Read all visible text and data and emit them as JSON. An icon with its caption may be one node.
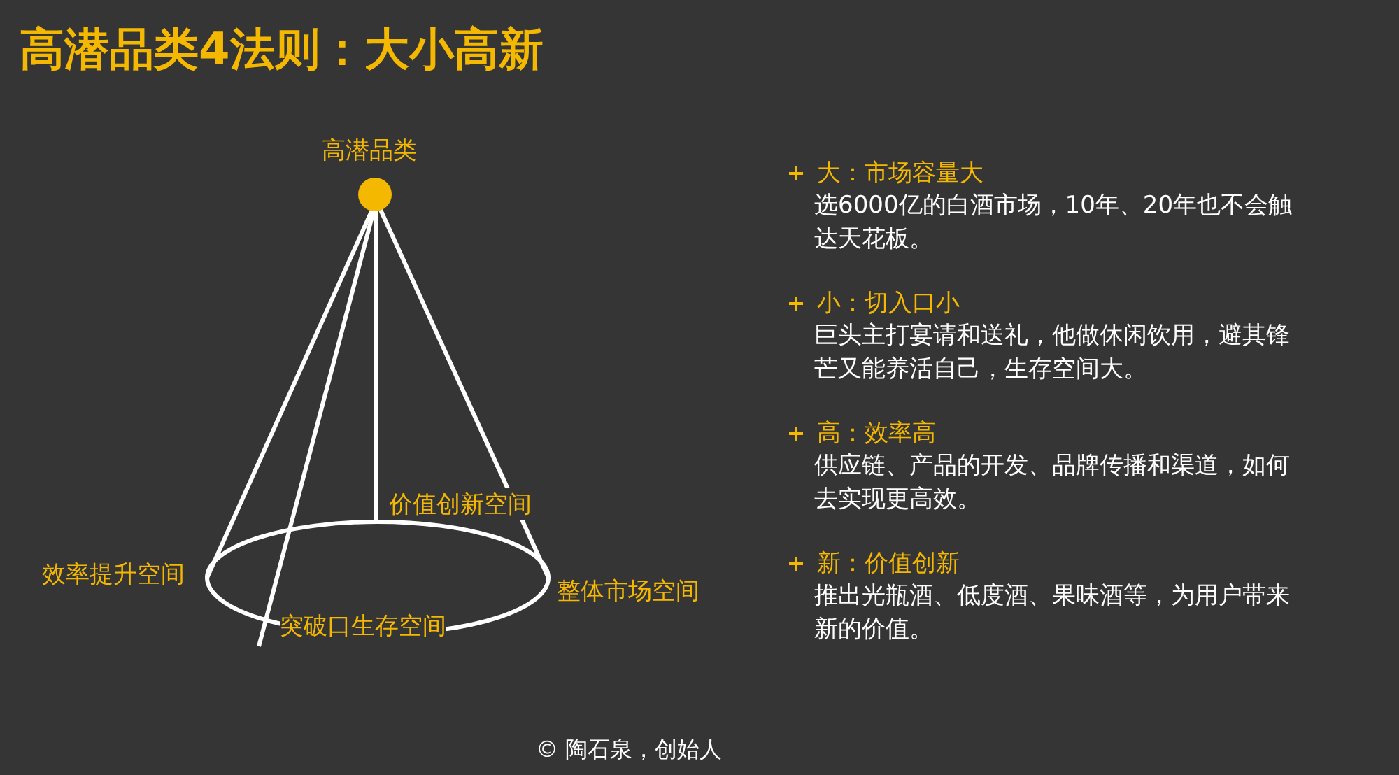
{
  "diagram": {
    "title": "高潜品类4法则：大小高新",
    "caption": "© 陶石泉，创始人",
    "nodes": [
      {
        "text": [
          "高潜品类"
        ]
      }
    ],
    "labels": [
      "价值创新空间",
      "效率提升空间",
      "整体市场空间",
      "突破口生存空间",
      "大：市场容量大",
      "选6000亿的白酒市场，10年、20年也不会触达天花板。",
      "小：切入口小",
      "巨头主打宴请和送礼，他做休闲饮用，避其锋芒又能养活自己，生存空间大。",
      "高：效率高",
      "供应链、产品的开发、品牌传播和渠道，如何去实现更高效。",
      "新：价值创新",
      "推出光瓶酒、低度酒、果味酒等，为用户带来新的价值。"
    ]
  }
}
